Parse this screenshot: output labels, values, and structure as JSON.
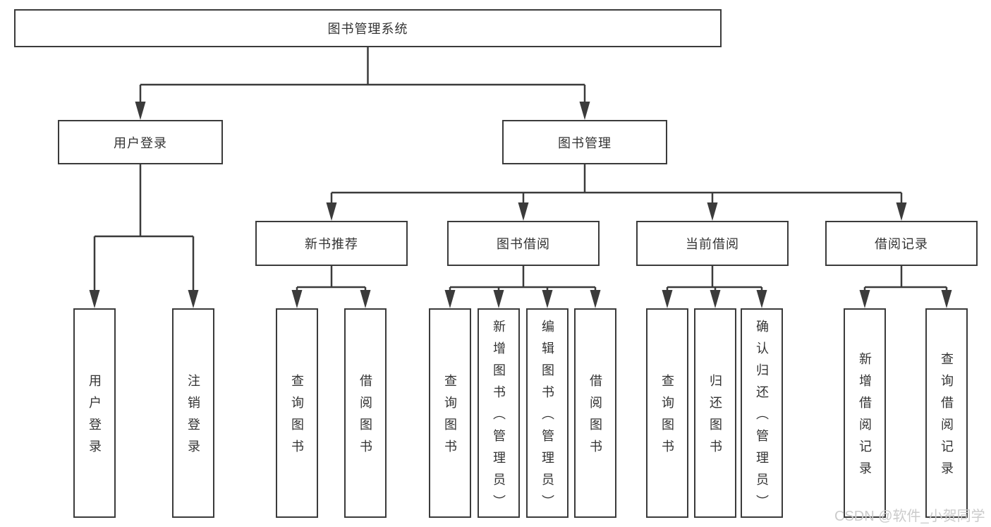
{
  "diagram": {
    "root": {
      "label": "图书管理系统"
    },
    "branches": [
      {
        "label": "用户登录",
        "children": [
          {
            "label": "用户登录"
          },
          {
            "label": "注销登录"
          }
        ]
      },
      {
        "label": "图书管理",
        "groups": [
          {
            "label": "新书推荐",
            "children": [
              {
                "label": "查询图书"
              },
              {
                "label": "借阅图书"
              }
            ]
          },
          {
            "label": "图书借阅",
            "children": [
              {
                "label": "查询图书"
              },
              {
                "label": "新增图书（管理员）"
              },
              {
                "label": "编辑图书（管理员）"
              },
              {
                "label": "借阅图书"
              }
            ]
          },
          {
            "label": "当前借阅",
            "children": [
              {
                "label": "查询图书"
              },
              {
                "label": "归还图书"
              },
              {
                "label": "确认归还（管理员）"
              }
            ]
          },
          {
            "label": "借阅记录",
            "children": [
              {
                "label": "新增借阅记录"
              },
              {
                "label": "查询借阅记录"
              }
            ]
          }
        ]
      }
    ]
  },
  "watermark": {
    "text": "CSDN @软件_小贺同学"
  },
  "colors": {
    "line": "#3b3b3b",
    "text": "#333333",
    "box_background": "#ffffff",
    "watermark": "#cbcbcb"
  }
}
